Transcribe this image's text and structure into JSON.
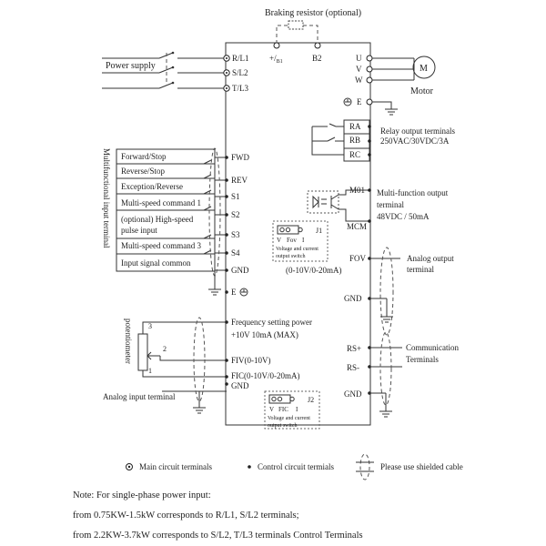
{
  "braking": {
    "title": "Braking resistor (optional)",
    "plus_label": "+/",
    "plus_sub": "B1",
    "b2_label": "B2"
  },
  "power": {
    "supply_label": "Power supply",
    "terminals": [
      "R/L1",
      "S/L2",
      "T/L3"
    ]
  },
  "motor": {
    "u": "U",
    "v": "V",
    "w": "W",
    "symbol": "M",
    "label": "Motor",
    "earth": "E"
  },
  "relay": {
    "terminals": [
      "RA",
      "RB",
      "RC"
    ],
    "label_line1": "Relay output terminals",
    "label_line2": "250VAC/30VDC/3A"
  },
  "mfo": {
    "terminal": "M01",
    "common": "MCM",
    "label_line1": "Multi-function output",
    "label_line2": "terminal",
    "label_line3": "48VDC / 50mA"
  },
  "j1": {
    "name": "J1",
    "v": "V",
    "mid": "Fov",
    "i": "I",
    "caption1": "Voltage and current",
    "caption2": "output switch",
    "range": "(0-10V/0-20mA)"
  },
  "analog_out": {
    "terminal": "FOV",
    "gnd": "GND",
    "label_line1": "Analog output",
    "label_line2": "terminal"
  },
  "comm": {
    "plus": "RS+",
    "minus": "RS-",
    "gnd": "GND",
    "label_line1": "Communication",
    "label_line2": "Terminals"
  },
  "j2": {
    "name": "J2",
    "v": "V",
    "mid": "FIC",
    "i": "I",
    "caption1": "Voltage and current",
    "caption2": "output switch"
  },
  "inputs": {
    "side_label": "Multifunctional input terminal",
    "items": [
      {
        "label": "Forward/Stop",
        "terminal": "FWD"
      },
      {
        "label": "Reverse/Stop",
        "terminal": "REV"
      },
      {
        "label": "Exception/Reverse",
        "terminal": "S1"
      },
      {
        "label": "Multi-speed command 1",
        "terminal": "S2"
      },
      {
        "label": "(optional) High-speed",
        "label2": "pulse input",
        "terminal": "S3"
      },
      {
        "label": "Multi-speed command 3",
        "terminal": "S4"
      },
      {
        "label": "Input signal common",
        "terminal": "GND"
      }
    ],
    "earth": "E"
  },
  "analog_in": {
    "potentiometer": "potentiometer",
    "pins": [
      "3",
      "2",
      "1"
    ],
    "freq_line1": "Frequency setting power",
    "freq_line2": "+10V  10mA (MAX)",
    "fiv": "FIV(0-10V)",
    "fic": "FIC(0-10V/0-20mA)",
    "gnd": "GND",
    "label": "Analog input terminal"
  },
  "legend": {
    "main": "Main circuit terminals",
    "control": "Control circuit termials",
    "shield": "Please use shielded cable"
  },
  "notes": {
    "line1": "Note: For single-phase power input:",
    "line2": "from 0.75KW-1.5kW corresponds to R/L1, S/L2 terminals;",
    "line3": "from 2.2KW-3.7kW corresponds to S/L2, T/L3 terminals Control Terminals"
  }
}
